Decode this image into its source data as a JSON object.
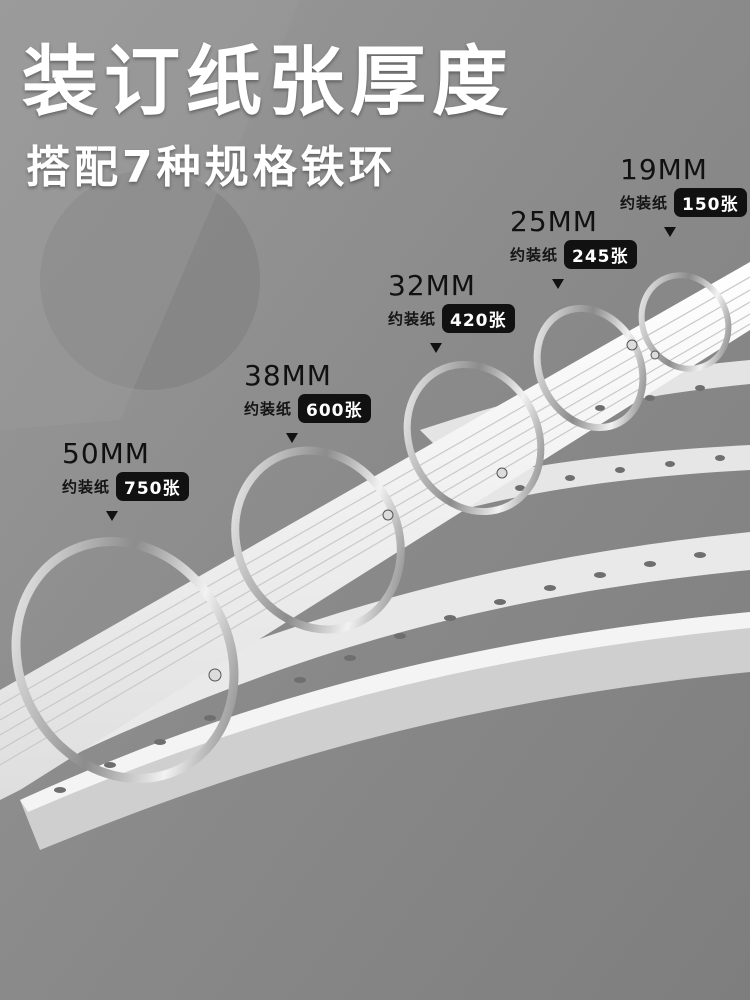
{
  "headline": "装订纸张厚度",
  "subheadline": "搭配7种规格铁环",
  "specs": [
    {
      "size": "50MM",
      "label": "约装纸",
      "count": "750张"
    },
    {
      "size": "38MM",
      "label": "约装纸",
      "count": "600张"
    },
    {
      "size": "32MM",
      "label": "约装纸",
      "count": "420张"
    },
    {
      "size": "25MM",
      "label": "约装纸",
      "count": "245张"
    },
    {
      "size": "19MM",
      "label": "约装纸",
      "count": "150张"
    }
  ],
  "colors": {
    "background": "#8e8e8e",
    "label_text": "#111111",
    "pill_background": "#111111",
    "pill_text": "#ffffff",
    "headline_text": "#ffffff"
  }
}
